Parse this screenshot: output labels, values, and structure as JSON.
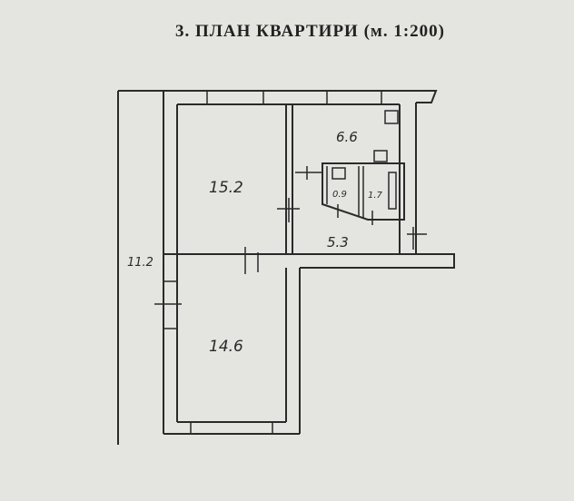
{
  "title": "3. ПЛАН КВАРТИРИ (м. 1:200)",
  "rooms": {
    "room_large_top": "15.2",
    "kitchen": "6.6",
    "bathroom": "0.9",
    "toilet": "1.7",
    "hall": "5.3",
    "room_bottom": "14.6",
    "loggia_length": "11.2"
  },
  "colors": {
    "paper": "#e4e5e1",
    "ink": "#2a2a2a"
  }
}
